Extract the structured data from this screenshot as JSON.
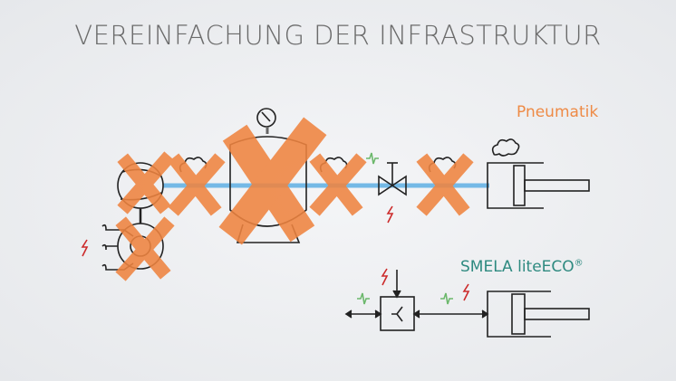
{
  "slide": {
    "title": "VEREINFACHUNG DER INFRASTRUKTUR",
    "section_pneumatic": "Pneumatik",
    "section_electric": "SMELA liteECO",
    "registered_mark": "®"
  },
  "colors": {
    "cross": "#ef8440",
    "pipe": "#74b9e6",
    "pneumatic_label": "#ee8a45",
    "electric_label": "#2e8a80",
    "signal_red": "#cc2a2a",
    "signal_green": "#6cb86c"
  }
}
